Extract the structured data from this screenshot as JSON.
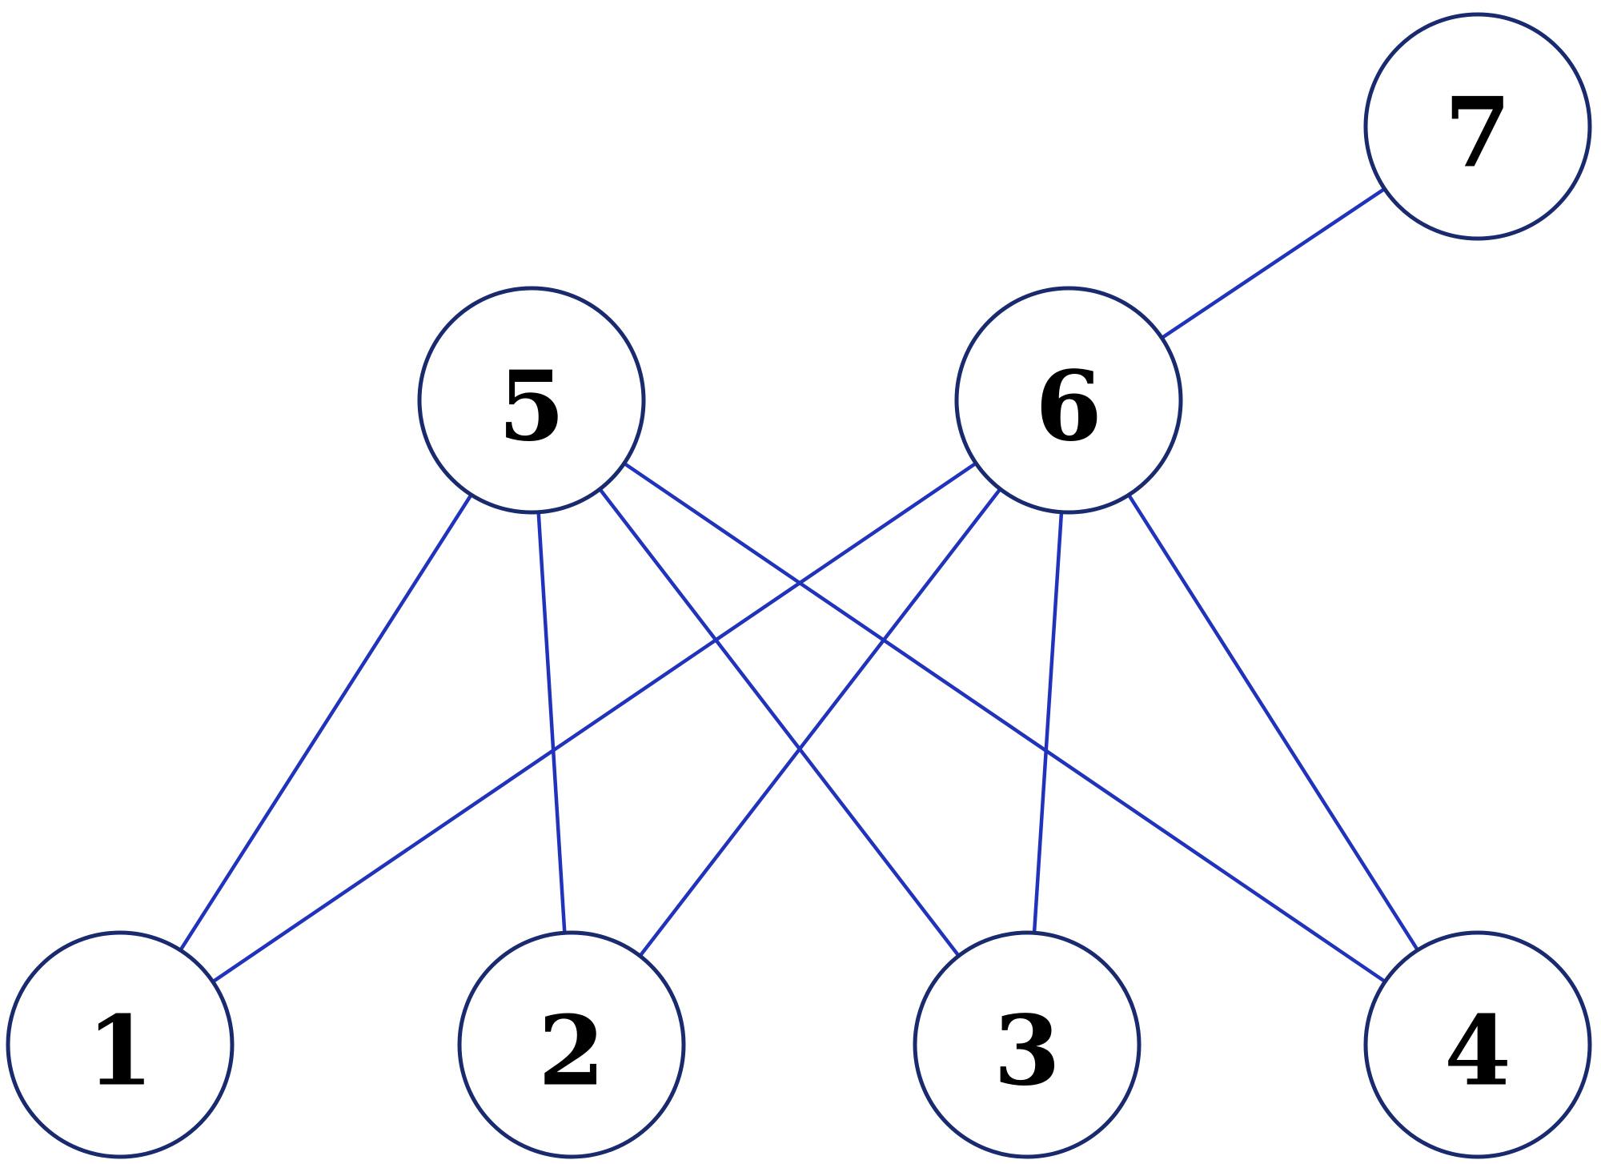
{
  "graph": {
    "nodes": [
      {
        "id": "1",
        "label": "1"
      },
      {
        "id": "2",
        "label": "2"
      },
      {
        "id": "3",
        "label": "3"
      },
      {
        "id": "4",
        "label": "4"
      },
      {
        "id": "5",
        "label": "5"
      },
      {
        "id": "6",
        "label": "6"
      },
      {
        "id": "7",
        "label": "7"
      }
    ],
    "edges": [
      {
        "from": "5",
        "to": "1"
      },
      {
        "from": "5",
        "to": "2"
      },
      {
        "from": "5",
        "to": "3"
      },
      {
        "from": "5",
        "to": "4"
      },
      {
        "from": "6",
        "to": "1"
      },
      {
        "from": "6",
        "to": "2"
      },
      {
        "from": "6",
        "to": "3"
      },
      {
        "from": "6",
        "to": "4"
      },
      {
        "from": "6",
        "to": "7"
      }
    ],
    "colors": {
      "edge": "#2233bb",
      "node_stroke": "#1a2a6e",
      "node_fill": "#ffffff",
      "label": "#000000"
    }
  }
}
